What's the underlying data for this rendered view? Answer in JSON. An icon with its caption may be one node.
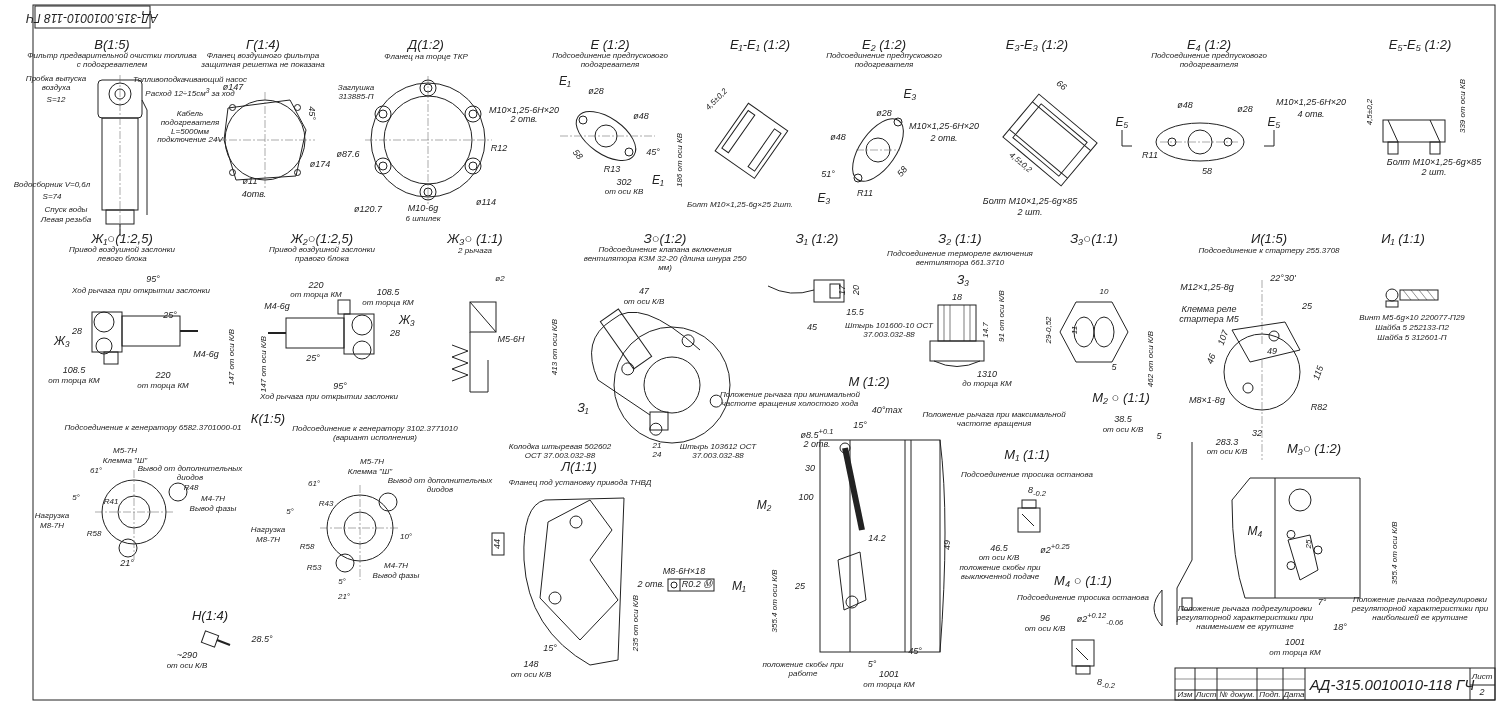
{
  "diagram": {
    "labels": [
      "АД-315.0010010-118 ГЧ",
      "В(1:5)",
      "Фильтр предварительной очистки топлива с подогревателем",
      "Пробка выпуска воздуха",
      "S=12",
      "Топливоподкачивающий насос",
      "Расход 12÷15см$^{3}$ за ход",
      "Кабель подогревателя L=5000мм подключение 24V",
      "Водосборник V=0,6л",
      "S=74",
      "Спуск воды",
      "Левая резьба",
      "Г(1:4)",
      "Фланец воздушного фильтра защитная решетка не показана",
      "ø147",
      "45°",
      "ø174",
      "ø11",
      "4отв.",
      "Д(1:2)",
      "Фланец на торце ТКР",
      "Заглушка 313885-П",
      "ø87.6",
      "R12",
      "ø114",
      "ø120.7",
      "M10-6g",
      "6 шпилек",
      "Е (1:2)",
      "Подсоединение предпускового подогревателя",
      "Е₁",
      "ø28",
      "M10×1,25-6H×20",
      "2 отв.",
      "ø48",
      "58",
      "45°",
      "R13",
      "Е₁",
      "302",
      "от оси КВ",
      "186 от оси КВ",
      "Е₁-Е₁ (1:2)",
      "4,5±0,2",
      "Болт M10×1,25-6g×25 2шт.",
      "Е₂ (1:2)",
      "Подсоединение предпускового подогревателя",
      "Е₃",
      "ø28",
      "M10×1,25-6H×20",
      "ø48",
      "2 отв.",
      "51°",
      "58",
      "R11",
      "Е₃",
      "Е₃-Е₃ (1:2)",
      "66",
      "4,5±0,2",
      "Болт M10×1,25-6g×85",
      "2 шт.",
      "Е₄ (1:2)",
      "Подсоединение предпускового подогревателя",
      "ø48",
      "ø28",
      "M10×1,25-6H×20",
      "4 отв.",
      "Е₅",
      "Е₅",
      "R11",
      "58",
      "Е₅-Е₅ (1:2)",
      "4,5±0,2",
      "339 от оси КВ",
      "Болт M10×1,25-6g×85",
      "2 шт.",
      "Ж₁○(1:2,5)",
      "Привод воздушной заслонки левого блока",
      "95°",
      "Ход рычага при открытии заслонки",
      "25°",
      "Ж₃",
      "28",
      "M4-6g",
      "147 от оси К/В",
      "108.5",
      "от торца КМ",
      "220",
      "от торца КМ",
      "Ж₂○(1:2,5)",
      "Привод воздушной заслонки правого блока",
      "220",
      "от торца КМ",
      "108.5",
      "M4-6g",
      "от торца КМ",
      "Ж₃",
      "28",
      "147 от оси К/В",
      "25°",
      "95°",
      "Ход рычага при открытии заслонки",
      "Ж₃○ (1:1)",
      "2 рычага",
      "ø2",
      "M5-6H",
      "З○(1:2)",
      "Подсоединение клапана включения вентилятора КЗМ 32-20 (длина шнура 250 мм)",
      "47",
      "от оси К/В",
      "413 от оси К/В",
      "З₁",
      "Положение рычага при минимальной частоте вращения холостого хода",
      "Колодка штыревая 502602 ОСТ 37.003.032-88",
      "Штырь 103612 ОСТ 37.003.032-88",
      "21",
      "24",
      "З₁ (1:2)",
      "17",
      "20",
      "15.5",
      "45",
      "З₂ (1:1)",
      "Подсоединение термореле включения вентилятора 661.3710",
      "З₃",
      "18",
      "Штырь 101600-10 ОСТ 37.003.032-88",
      "14.7",
      "91 от оси К/В",
      "1310",
      "до торца КМ",
      "З₃○(1:1)",
      "10",
      "29-0,52",
      "11",
      "5",
      "462 от оси К/В",
      "И(1:5)",
      "Подсоединение к стартеру 255.3708",
      "22°30'",
      "M12×1,25-8g",
      "25",
      "Клемма реле стартера M5",
      "107",
      "46",
      "49",
      "115",
      "M8×1-8g",
      "R82",
      "32",
      "283.3",
      "от оси К/В",
      "И₁ (1:1)",
      "Винт M5-6g×10 220077-П29",
      "Шайба 5 252133-П2",
      "Шайба 5 312601-П",
      "Подсоединение к генератору 6582.3701000-01",
      "К(1:5)",
      "Подсоединение к генератору 3102.3771010 (вариант исполнения)",
      "M (1:2)",
      "40°max",
      "Положение рычага при максимальной частоте вращения",
      "15°",
      "ø8.5$^{+0.1}$",
      "2 отв.",
      "M₂ ○ (1:1)",
      "38.5",
      "от оси К/В",
      "5",
      "M₃○ (1:2)",
      "M₁ (1:1)",
      "M5-7H",
      "Клемма \"Ш\"",
      "61°",
      "Вывод от дополнительных диодов",
      "R48",
      "5°",
      "R41",
      "M4-7H",
      "Вывод фазы",
      "Нагрузка",
      "M8-7H",
      "R58",
      "21°",
      "M5-7H",
      "Клемма \"Ш\"",
      "61°",
      "Вывод от дополнительных диодов",
      "R43",
      "5°",
      "Нагрузка",
      "M8-7H",
      "10°",
      "R58",
      "R53",
      "M4-7H",
      "Вывод фазы",
      "5°",
      "21°",
      "Н(1:4)",
      "28.5°",
      "~290",
      "от оси К/В",
      "Л(1:1)",
      "Фланец под установку привода ТНВД",
      "44",
      "M8-6H×18",
      "2 отв.",
      "R0.2 Ⓜ",
      "235 от оси К/В",
      "15°",
      "148",
      "от оси К/В",
      "30",
      "100",
      "M₂",
      "14.2",
      "49",
      "M₁",
      "25",
      "положение скобы при выключенной подаче",
      "355.4 от оси К/В",
      "45°",
      "5°",
      "положение скобы при работе",
      "1001",
      "от торца КМ",
      "Подсоединение тросика останова",
      "8$_{-0.2}$",
      "46.5",
      "от оси К/В",
      "ø2$^{+0.25}$",
      "M₄ ○ (1:1)",
      "Подсоединение тросика останова",
      "96",
      "от оси К/В",
      "ø2$^{+0.12}$$_{-0.06}$",
      "8$_{-0.2}$",
      "M₄",
      "25",
      "355.4 от оси К/В",
      "Положение рычага подрегулировки регуляторной характеристики при наибольшей ее крутизне",
      "7°",
      "Положение рычага подрегулировки регуляторной характеристики при наименьшем ее крутизне",
      "18°",
      "1001",
      "от торца КМ",
      "Изм",
      "Лист",
      "№ докум.",
      "Подп.",
      "Дата",
      "АД-315.0010010-118 ГЧ",
      "Лист",
      "2"
    ]
  }
}
